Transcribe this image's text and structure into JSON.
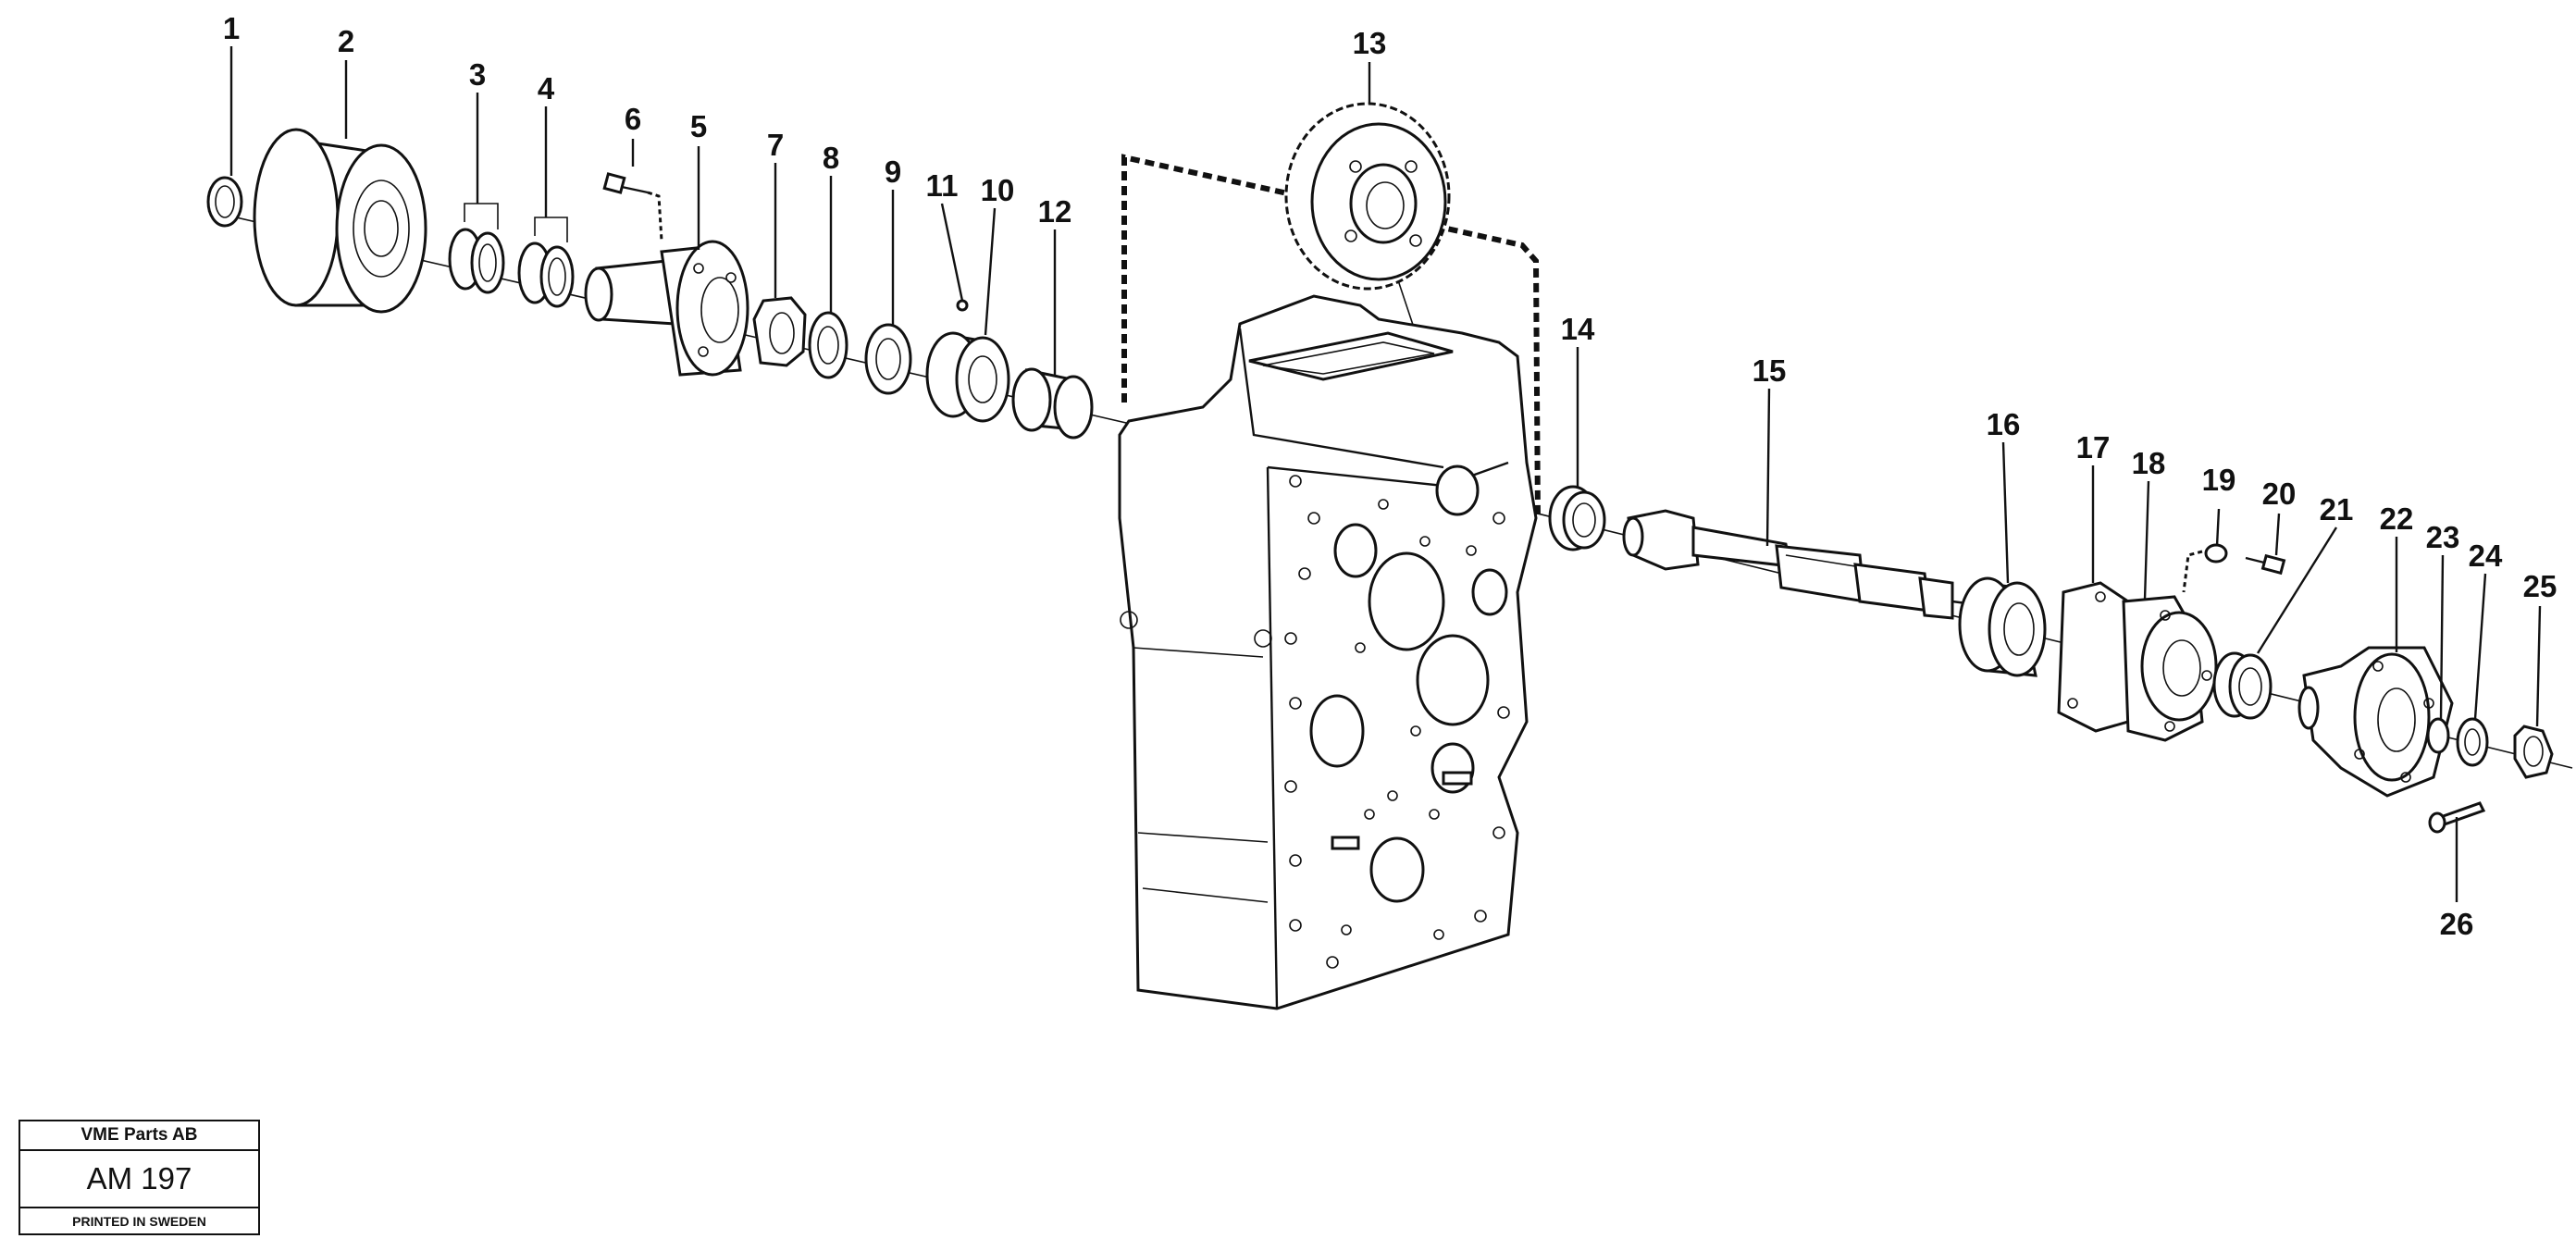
{
  "diagram": {
    "part_numbers": [
      "1",
      "2",
      "3",
      "4",
      "5",
      "6",
      "7",
      "8",
      "9",
      "10",
      "11",
      "12",
      "13",
      "14",
      "15",
      "16",
      "17",
      "18",
      "19",
      "20",
      "21",
      "22",
      "23",
      "24",
      "25",
      "26"
    ]
  },
  "title_block": {
    "company": "VME Parts AB",
    "drawing_code": "AM 197",
    "printed": "PRINTED IN SWEDEN"
  }
}
